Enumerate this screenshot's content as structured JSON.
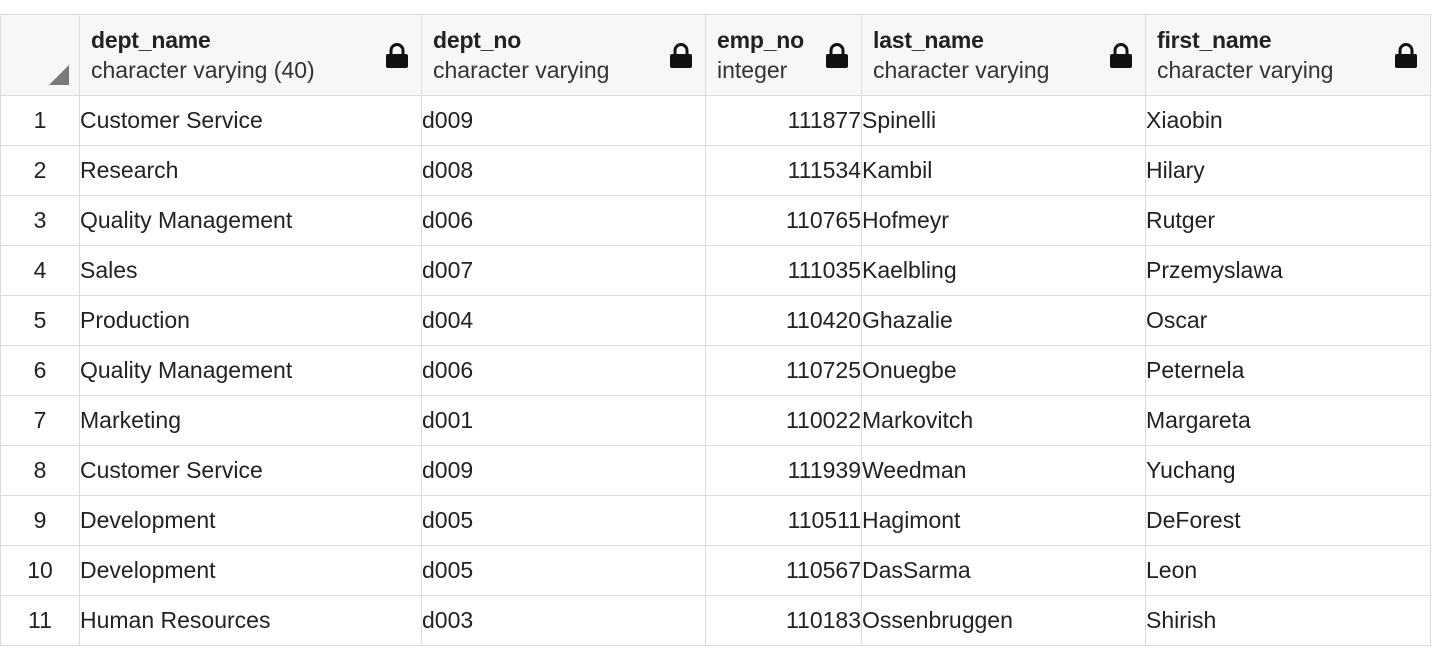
{
  "columns": [
    {
      "name": "dept_name",
      "type": "character varying (40)"
    },
    {
      "name": "dept_no",
      "type": "character varying"
    },
    {
      "name": "emp_no",
      "type": "integer"
    },
    {
      "name": "last_name",
      "type": "character varying"
    },
    {
      "name": "first_name",
      "type": "character varying"
    }
  ],
  "rows": [
    {
      "num": "1",
      "dept_name": "Customer Service",
      "dept_no": "d009",
      "emp_no": "111877",
      "last_name": "Spinelli",
      "first_name": "Xiaobin"
    },
    {
      "num": "2",
      "dept_name": "Research",
      "dept_no": "d008",
      "emp_no": "111534",
      "last_name": "Kambil",
      "first_name": "Hilary"
    },
    {
      "num": "3",
      "dept_name": "Quality Management",
      "dept_no": "d006",
      "emp_no": "110765",
      "last_name": "Hofmeyr",
      "first_name": "Rutger"
    },
    {
      "num": "4",
      "dept_name": "Sales",
      "dept_no": "d007",
      "emp_no": "111035",
      "last_name": "Kaelbling",
      "first_name": "Przemyslawa"
    },
    {
      "num": "5",
      "dept_name": "Production",
      "dept_no": "d004",
      "emp_no": "110420",
      "last_name": "Ghazalie",
      "first_name": "Oscar"
    },
    {
      "num": "6",
      "dept_name": "Quality Management",
      "dept_no": "d006",
      "emp_no": "110725",
      "last_name": "Onuegbe",
      "first_name": "Peternela"
    },
    {
      "num": "7",
      "dept_name": "Marketing",
      "dept_no": "d001",
      "emp_no": "110022",
      "last_name": "Markovitch",
      "first_name": "Margareta"
    },
    {
      "num": "8",
      "dept_name": "Customer Service",
      "dept_no": "d009",
      "emp_no": "111939",
      "last_name": "Weedman",
      "first_name": "Yuchang"
    },
    {
      "num": "9",
      "dept_name": "Development",
      "dept_no": "d005",
      "emp_no": "110511",
      "last_name": "Hagimont",
      "first_name": "DeForest"
    },
    {
      "num": "10",
      "dept_name": "Development",
      "dept_no": "d005",
      "emp_no": "110567",
      "last_name": "DasSarma",
      "first_name": "Leon"
    },
    {
      "num": "11",
      "dept_name": "Human Resources",
      "dept_no": "d003",
      "emp_no": "110183",
      "last_name": "Ossenbruggen",
      "first_name": "Shirish"
    }
  ],
  "icons": {
    "corner": "select-all-corner-icon",
    "column_lock": "lock-icon"
  }
}
